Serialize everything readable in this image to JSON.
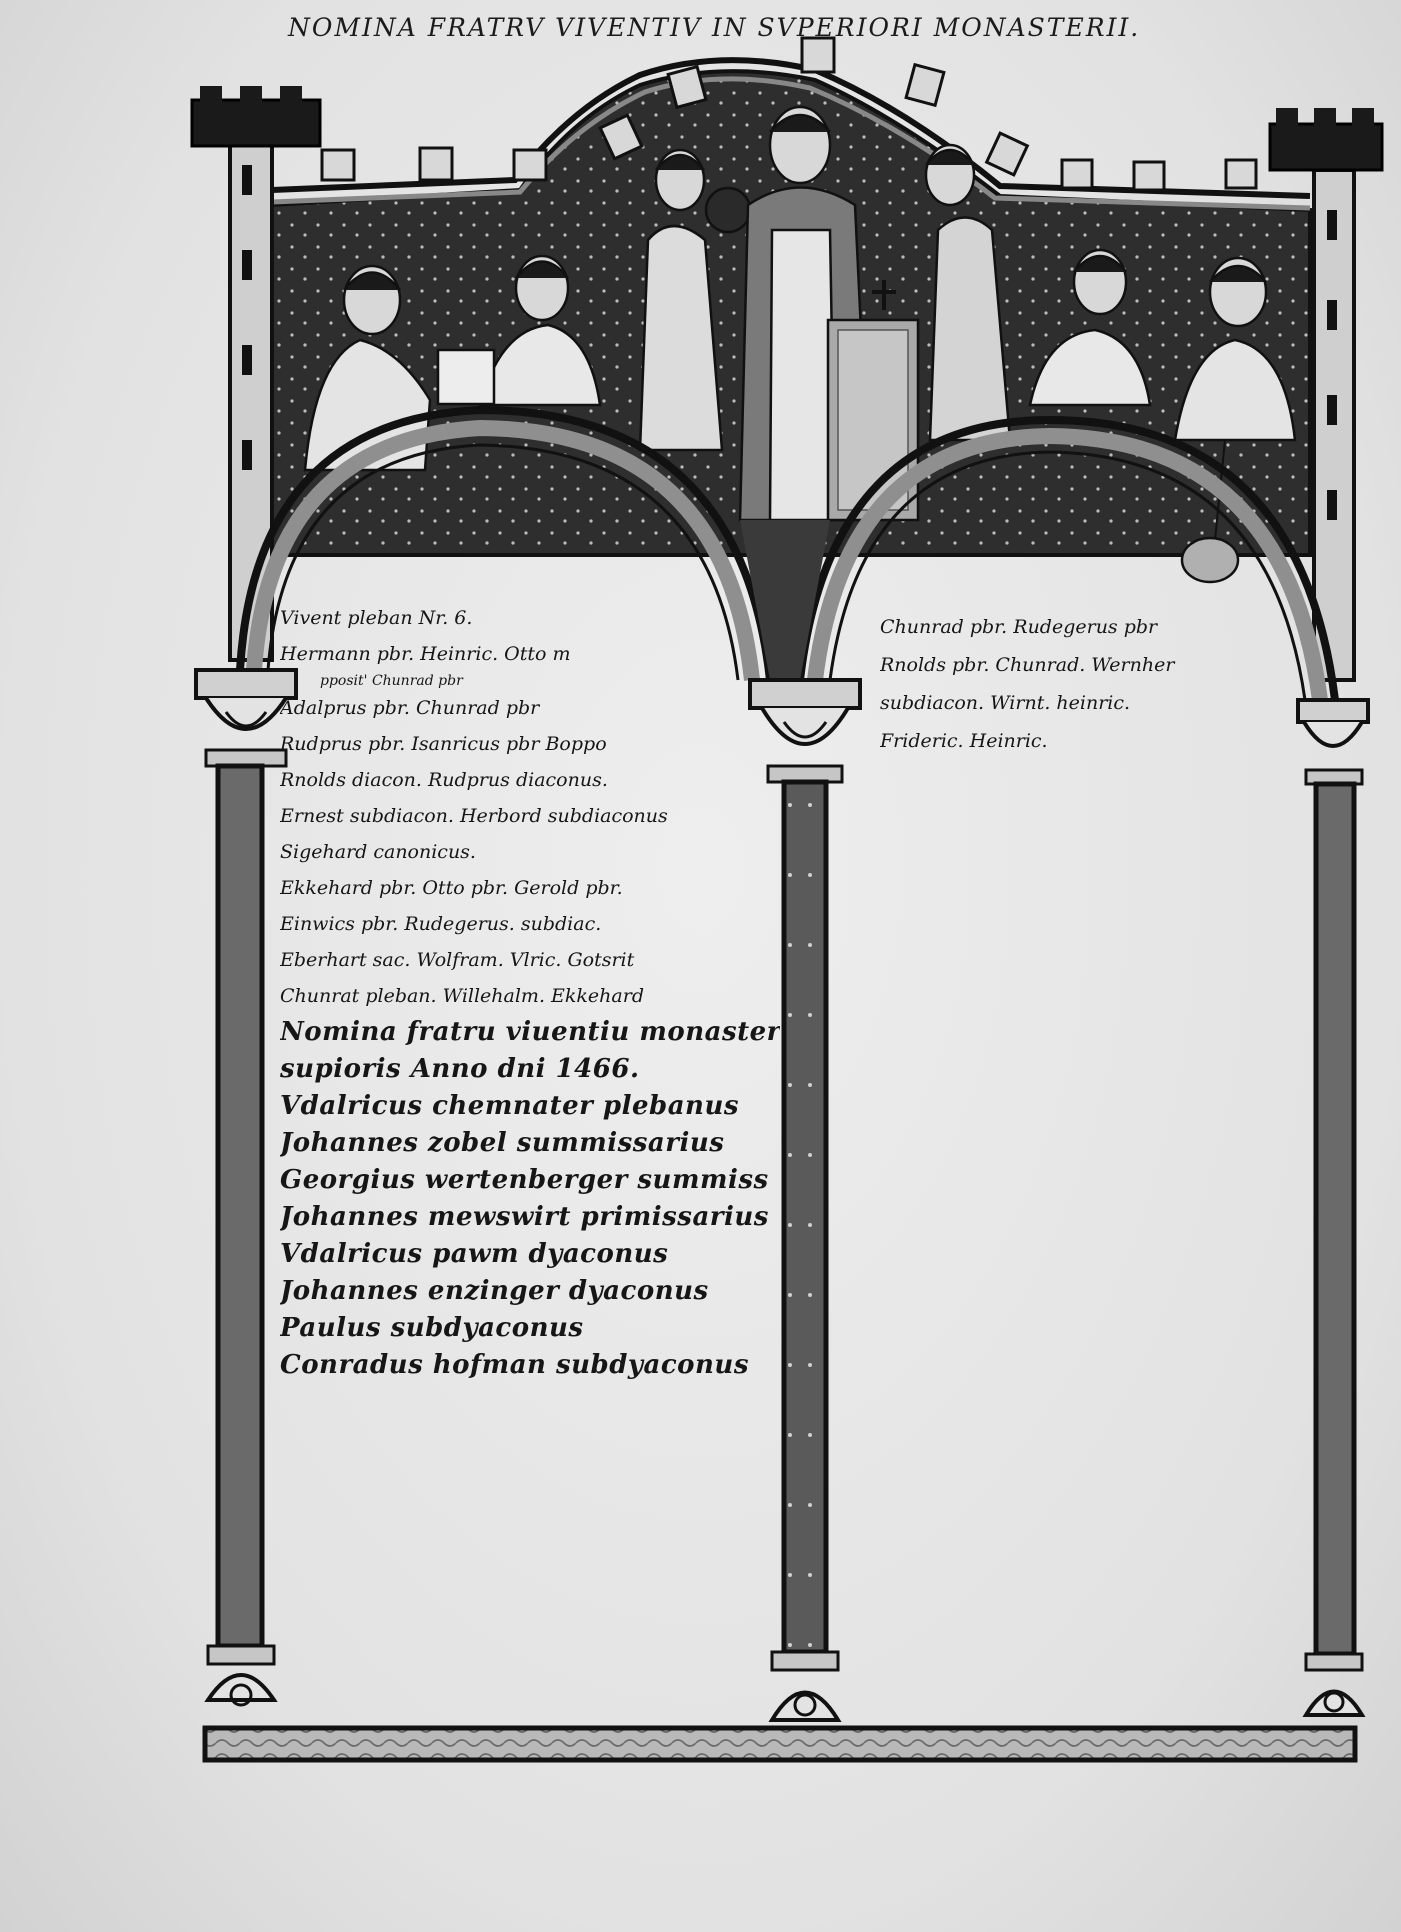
{
  "heading": "NOMINA FRATRV VIVENTIV IN SVPERIORI MONASTERII.",
  "left_column": [
    {
      "text": "Vivent pleban Nr. 6.",
      "size": "sm"
    },
    {
      "text": "Hermann pbr. Heinric. Otto m",
      "size": "sm"
    },
    {
      "text": "pposit' Chunrad pbr",
      "size": "xs"
    },
    {
      "text": "Adalprus pbr. Chunrad pbr",
      "size": "sm"
    },
    {
      "text": "Rudprus pbr. Isanricus pbr Boppo",
      "size": "sm"
    },
    {
      "text": "Rnolds diacon. Rudprus diaconus.",
      "size": "sm"
    },
    {
      "text": "Ernest subdiacon. Herbord subdiaconus",
      "size": "sm"
    },
    {
      "text": "Sigehard canonicus.",
      "size": "sm"
    },
    {
      "text": "Ekkehard pbr. Otto pbr. Gerold pbr.",
      "size": "sm"
    },
    {
      "text": "Einwics pbr. Rudegerus. subdiac.",
      "size": "sm"
    },
    {
      "text": "Eberhart sac. Wolfram. Vlric. Gotsrit",
      "size": "sm"
    },
    {
      "text": "Chunrat pleban. Willehalm. Ekkehard",
      "size": "sm"
    },
    {
      "text": "Nomina fratru viuentiu monastery",
      "size": "lg"
    },
    {
      "text": "supioris Anno dni 1466.",
      "size": "lg"
    },
    {
      "text": "Vdalricus chemnater plebanus",
      "size": "lg"
    },
    {
      "text": "Johannes zobel summissarius",
      "size": "lg"
    },
    {
      "text": "Georgius wertenberger summiss",
      "size": "lg"
    },
    {
      "text": "Johannes mewswirt primissarius",
      "size": "lg"
    },
    {
      "text": "Vdalricus pawm dyaconus",
      "size": "lg"
    },
    {
      "text": "Johannes enzinger dyaconus",
      "size": "lg"
    },
    {
      "text": "Paulus subdyaconus",
      "size": "lg"
    },
    {
      "text": "Conradus hofman subdyaconus",
      "size": "lg"
    }
  ],
  "right_column": [
    {
      "text": "Chunrad pbr. Rudegerus pbr"
    },
    {
      "text": "Rnolds pbr. Chunrad. Wernher"
    },
    {
      "text": "subdiacon. Wirnt. heinric."
    },
    {
      "text": "Frideric. Heinric."
    }
  ]
}
